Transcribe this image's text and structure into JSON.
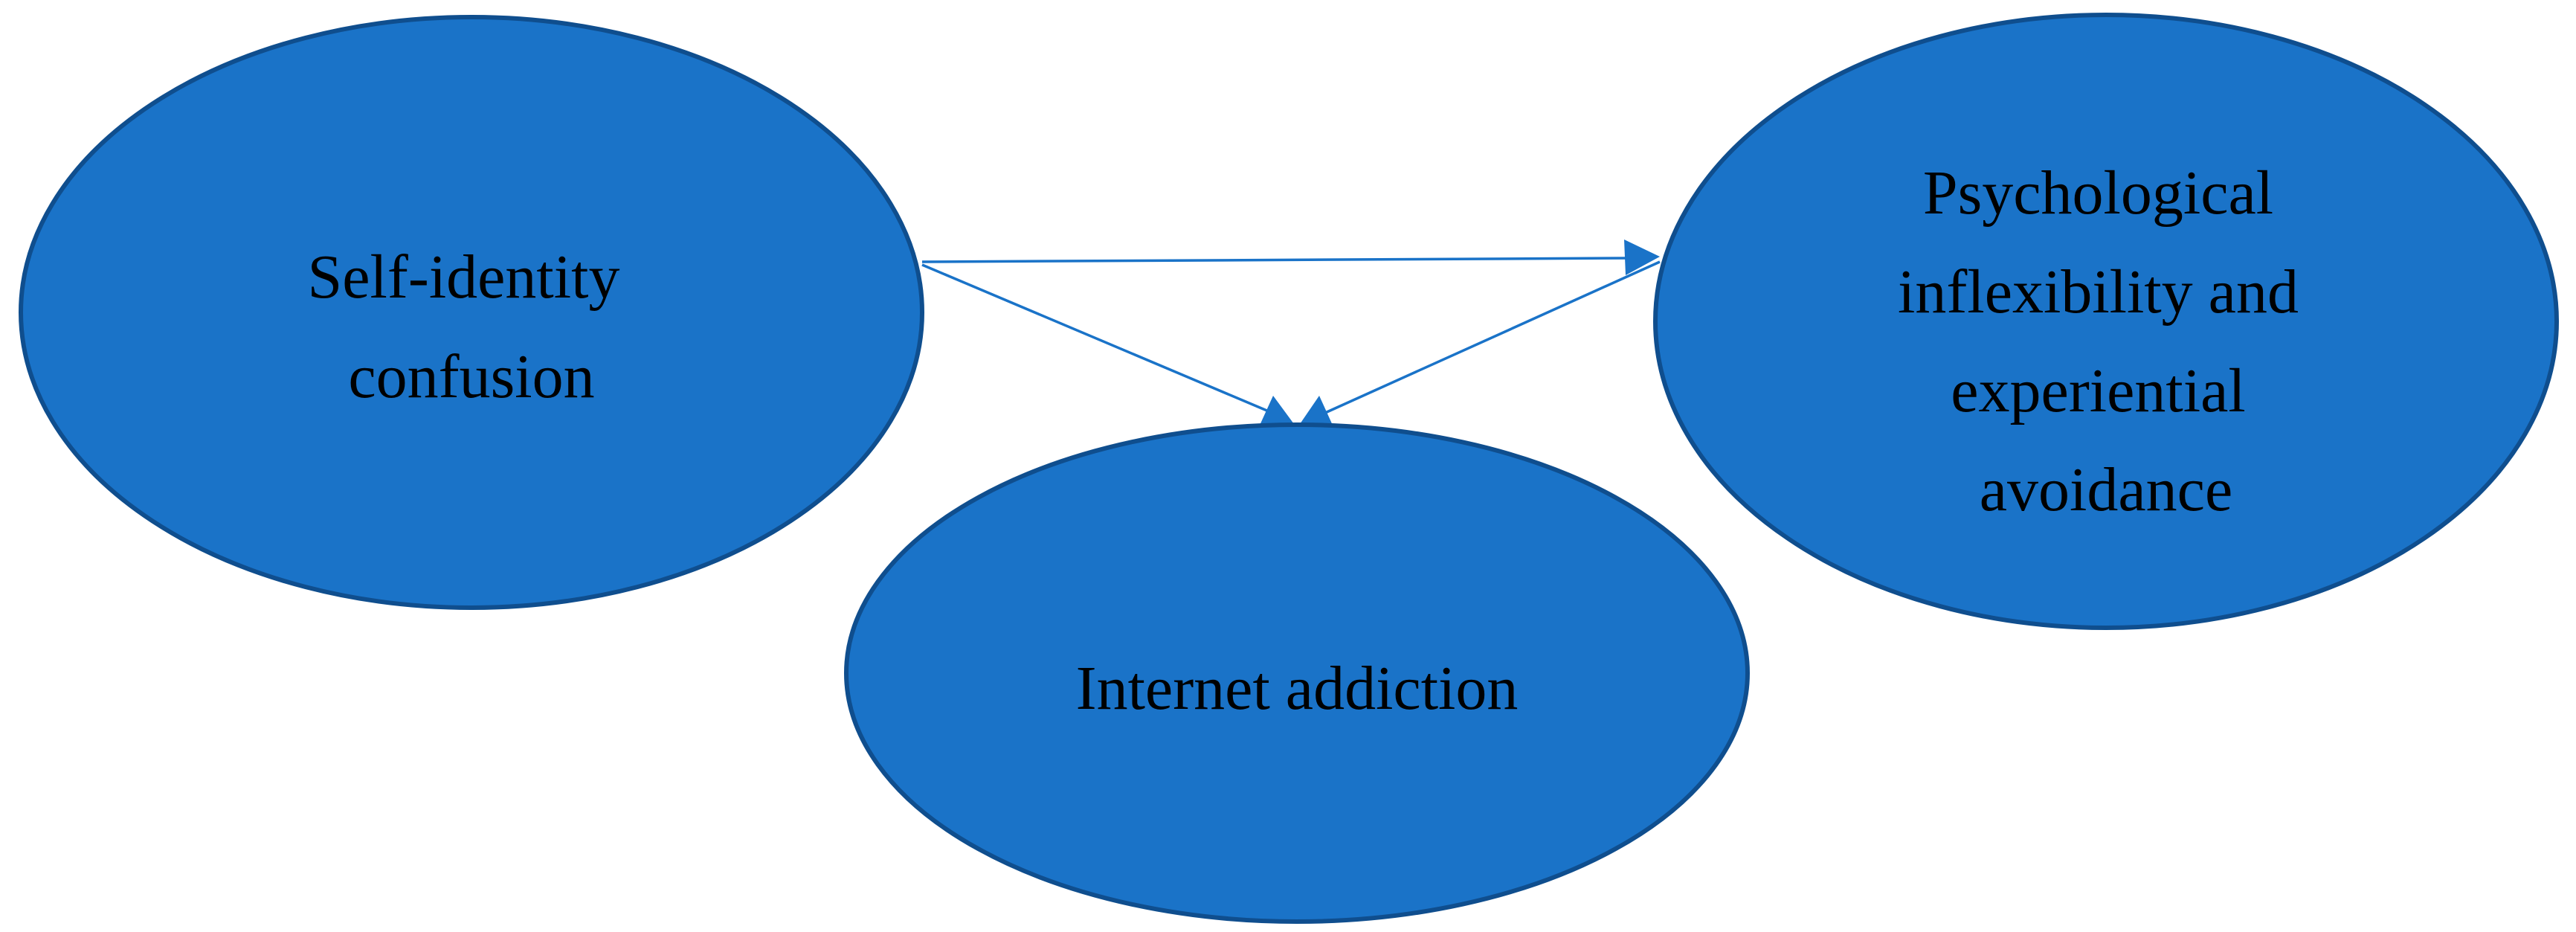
{
  "colors": {
    "node_fill": "#1a73c8",
    "node_stroke": "#0f4e8e",
    "edge": "#1a73c8",
    "background": "#ffffff",
    "text": "#000000"
  },
  "nodes": {
    "self_identity": {
      "lines": [
        "Self-identity",
        "confusion"
      ]
    },
    "psych_inflexibility": {
      "lines": [
        "Psychological",
        "inflexibility and",
        "experiential",
        "avoidance"
      ]
    },
    "internet_addiction": {
      "lines": [
        "Internet addiction"
      ]
    }
  },
  "edges": [
    {
      "from": "self_identity",
      "to": "psych_inflexibility"
    },
    {
      "from": "self_identity",
      "to": "internet_addiction"
    },
    {
      "from": "psych_inflexibility",
      "to": "internet_addiction"
    }
  ]
}
